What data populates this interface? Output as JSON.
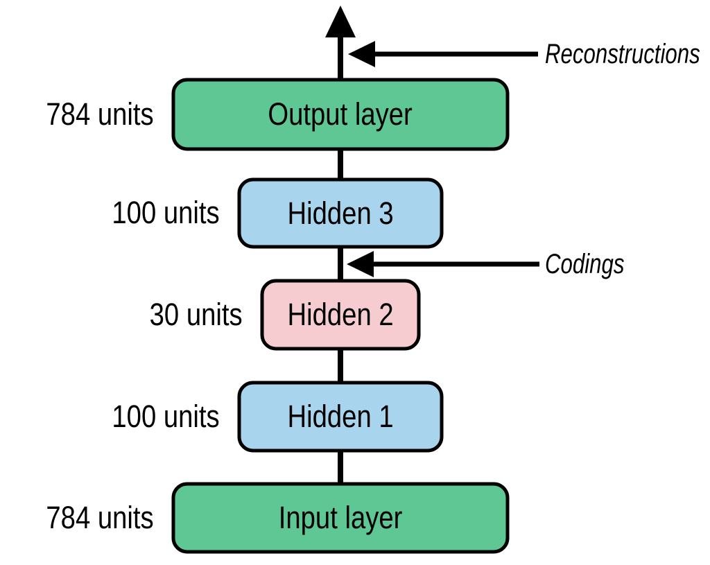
{
  "diagram_type": "neural-network-layer-stack",
  "colors": {
    "green": "#5ec794",
    "blue": "#a9d4ee",
    "pink": "#f7ccd0",
    "line": "#000000",
    "background": "#ffffff"
  },
  "layers": [
    {
      "id": "output",
      "label": "Output layer",
      "units": "784 units",
      "color": "green"
    },
    {
      "id": "hidden3",
      "label": "Hidden 3",
      "units": "100 units",
      "color": "blue"
    },
    {
      "id": "hidden2",
      "label": "Hidden 2",
      "units": "30 units",
      "color": "pink"
    },
    {
      "id": "hidden1",
      "label": "Hidden 1",
      "units": "100 units",
      "color": "blue"
    },
    {
      "id": "input",
      "label": "Input layer",
      "units": "784 units",
      "color": "green"
    }
  ],
  "annotations": {
    "reconstructions": "Reconstructions",
    "codings": "Codings"
  }
}
